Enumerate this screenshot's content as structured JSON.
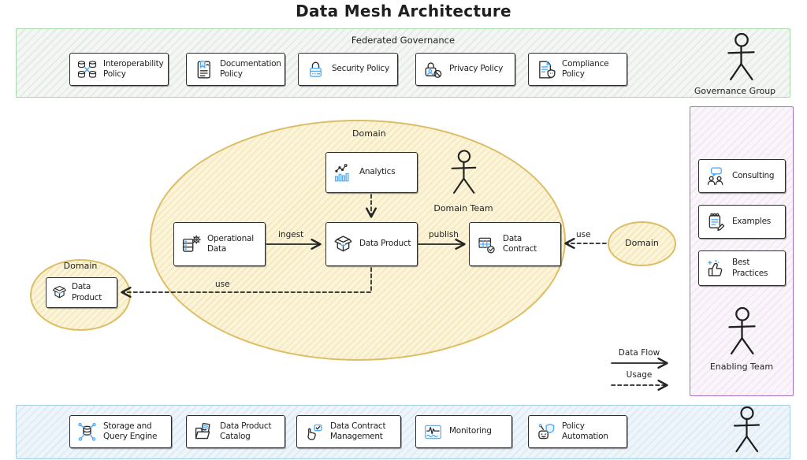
{
  "title": "Data Mesh Architecture",
  "governance": {
    "band_label": "Federated Governance",
    "actor_label": "Governance Group",
    "items": [
      {
        "label": "Interoperability Policy",
        "icon": "databases-sync-icon"
      },
      {
        "label": "Documentation Policy",
        "icon": "document-bookmark-icon"
      },
      {
        "label": "Security Policy",
        "icon": "lock-icon"
      },
      {
        "label": "Privacy Policy",
        "icon": "lock-user-icon"
      },
      {
        "label": "Compliance Policy",
        "icon": "document-shield-icon"
      }
    ]
  },
  "domain_main": {
    "label": "Domain",
    "team_label": "Domain Team",
    "analytics_label": "Analytics",
    "operational_data_label": "Operational Data",
    "data_product_label": "Data Product",
    "data_contract_label": "Data Contract",
    "ingest_label": "ingest",
    "publish_label": "publish",
    "use_label_left": "use",
    "use_label_right": "use"
  },
  "domain_left": {
    "label": "Domain",
    "data_product_label": "Data Product"
  },
  "domain_right": {
    "label": "Domain"
  },
  "enabling": {
    "actor_label": "Enabling Team",
    "items": [
      {
        "label": "Consulting",
        "icon": "people-chat-icon"
      },
      {
        "label": "Examples",
        "icon": "notepad-pencil-icon"
      },
      {
        "label": "Best Practices",
        "icon": "thumbs-up-sparkle-icon"
      }
    ]
  },
  "legend": {
    "data_flow_label": "Data Flow",
    "usage_label": "Usage"
  },
  "platform": {
    "items": [
      {
        "label": "Storage and Query Engine",
        "icon": "database-network-icon"
      },
      {
        "label": "Data Product Catalog",
        "icon": "folder-documents-icon"
      },
      {
        "label": "Data Contract Management",
        "icon": "hand-checkbox-icon"
      },
      {
        "label": "Monitoring",
        "icon": "waveform-icon"
      },
      {
        "label": "Policy Automation",
        "icon": "robot-shield-icon"
      }
    ]
  },
  "colors": {
    "governance_border": "#a7d8ad",
    "domain_border": "#ddbd64",
    "enabling_border": "#a670ba",
    "platform_border": "#a5cde6",
    "icon_accent": "#4dabf7",
    "ink": "#1f1f1f"
  }
}
